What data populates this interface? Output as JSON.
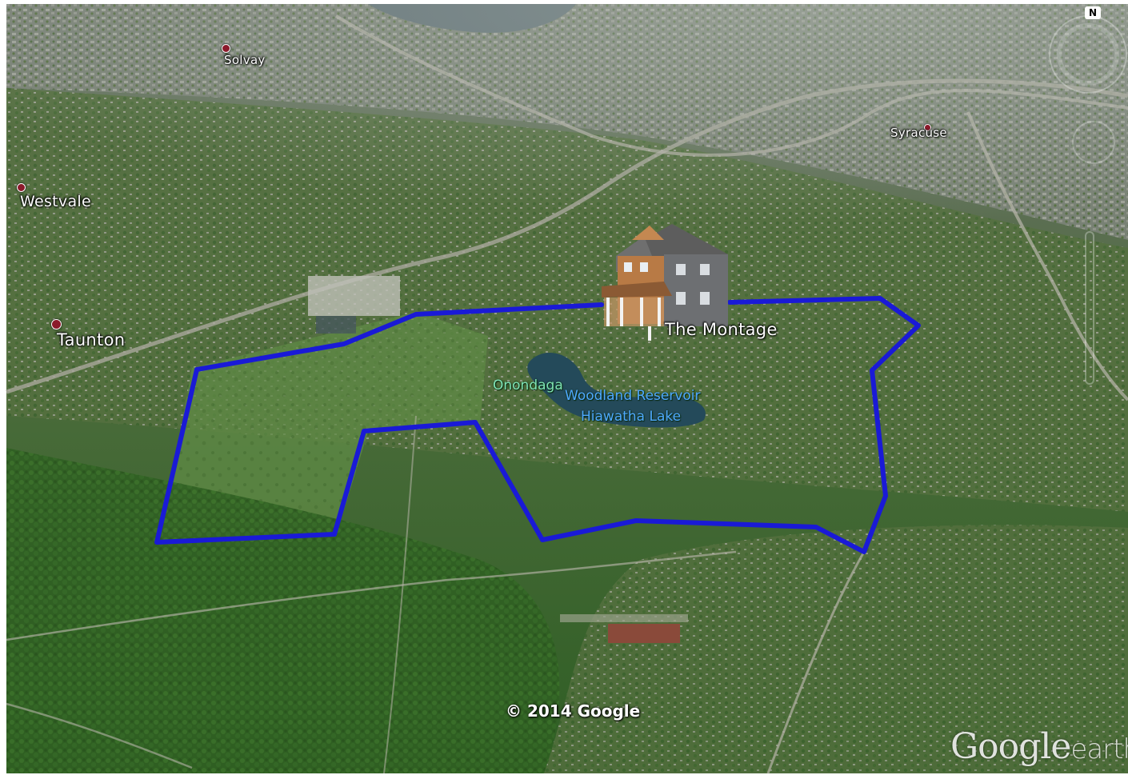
{
  "places": [
    {
      "name": "Solvay",
      "pin": true
    },
    {
      "name": "Westvale",
      "pin": true
    },
    {
      "name": "Taunton",
      "pin": true
    },
    {
      "name": "Syracuse",
      "pin": true
    }
  ],
  "marker": {
    "label": "The Montage",
    "icon": "house-model-icon"
  },
  "water": {
    "onondaga": "Onondaga",
    "reservoir": "Woodland Reservoir",
    "lake": "Hiawatha Lake"
  },
  "copyright": "© 2014 Google",
  "brand": {
    "main": "Google",
    "suffix": "earth"
  },
  "compass": {
    "north": "N"
  },
  "colors": {
    "route": "#1a1ad6",
    "pin": "#8b1a2b",
    "water_label_green": "#7fe3b5",
    "water_label_blue": "#4fa8ff"
  }
}
